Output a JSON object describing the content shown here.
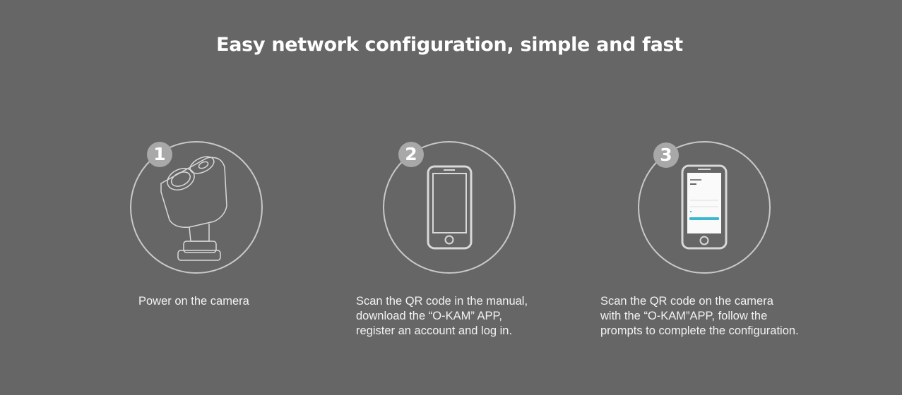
{
  "title": "Easy network configuration, simple and fast",
  "steps": [
    {
      "number": "1",
      "lines": [
        "Power on the camera"
      ]
    },
    {
      "number": "2",
      "lines": [
        "Scan the QR code in the manual,",
        "download the “O-KAM” APP,",
        "register an account and log in."
      ]
    },
    {
      "number": "3",
      "lines": [
        "Scan the QR code on the camera",
        "with the “O-KAM”APP, follow the",
        "prompts to complete the configuration."
      ]
    }
  ]
}
